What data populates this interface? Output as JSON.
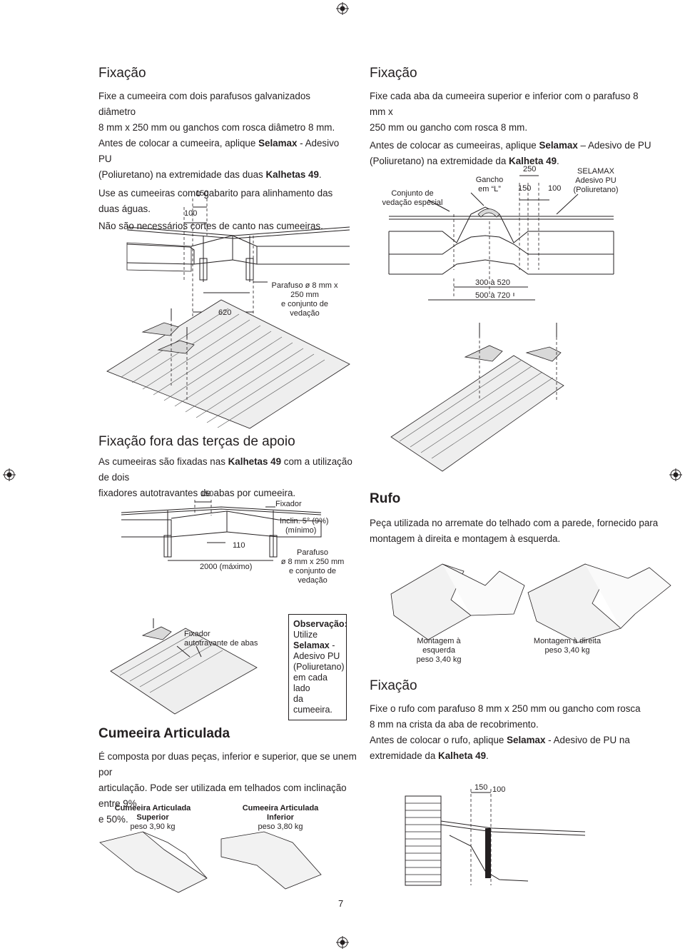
{
  "top_left": {
    "heading": "Fixação",
    "para1_a": "Fixe a cumeeira com dois parafusos galvanizados diâmetro",
    "para1_b": "8 mm x 250 mm ou ganchos com rosca diâmetro 8 mm.",
    "para2_a": "Antes de colocar a cumeeira, aplique ",
    "para2_b1": "Selamax",
    "para2_c": " - Adesivo PU",
    "para2_d": "(Poliuretano) na extremidade das duas ",
    "para2_b2": "Kalhetas 49",
    "para2_e": ".",
    "para3": "Use as cumeeiras como gabarito para alinhamento das duas águas.",
    "para4": "Não são necessários cortes de canto nas cumeeiras.",
    "dim_150": "150",
    "dim_100": "100",
    "dim_620": "620",
    "screw_label_1": "Parafuso ø 8 mm x 250 mm",
    "screw_label_2": "e conjunto de vedação"
  },
  "top_right": {
    "heading": "Fixação",
    "para1_a": "Fixe cada aba da cumeeira superior e inferior com o parafuso 8 mm x",
    "para1_b": "250 mm ou gancho com rosca 8 mm.",
    "para2_a": "Antes de colocar as cumeeiras, aplique ",
    "para2_b1": "Selamax",
    "para2_c": " – Adesivo de PU",
    "para2_d": "(Poliuretano) na extremidade da ",
    "para2_b2": "Kalheta 49",
    "para2_e": ".",
    "conjunto_1": "Conjunto de",
    "conjunto_2": "vedação especial",
    "gancho_1": "Gancho",
    "gancho_2": "em “L”",
    "dim_250": "250",
    "dim_150": "150",
    "dim_100": "100",
    "selamax_1": "SELAMAX",
    "selamax_2": "Adesivo PU",
    "selamax_3": "(Poliuretano)",
    "dim_300_520": "300 à 520",
    "dim_500_720": "500 à 720"
  },
  "middle_left": {
    "heading": "Fixação fora das terças de apoio",
    "para_a": "As cumeeiras são fixadas nas ",
    "para_b": "Kalhetas 49",
    "para_c": " com a utilização de dois",
    "para_d": "fixadores autotravantes de abas por cumeeira.",
    "dim_150": "150",
    "fixador": "Fixador",
    "inclin_1": "Inclin. 5° (9%)",
    "inclin_2": "(mínimo)",
    "dim_110": "110",
    "dim_2000": "2000 (máximo)",
    "parafuso_1": "Parafuso",
    "parafuso_2": "ø 8 mm x 250 mm",
    "parafuso_3": "e conjunto de vedação"
  },
  "rufo": {
    "heading": "Rufo",
    "para_a": "Peça utilizada no arremate do telhado com a parede, fornecido para",
    "para_b": "montagem à direita e montagem à esquerda.",
    "left_label_1": "Montagem à esquerda",
    "left_label_2": "peso 3,40 kg",
    "right_label_1": "Montagem à direita",
    "right_label_2": "peso 3,40 kg",
    "fix_heading": "Fixação",
    "fix_para1_a": "Fixe o rufo com parafuso 8 mm x 250 mm ou gancho com rosca",
    "fix_para1_b": "8 mm na crista da aba de recobrimento.",
    "fix_para2_a": "Antes de colocar o rufo, aplique ",
    "fix_para2_b1": "Selamax",
    "fix_para2_c": " - Adesivo de PU na",
    "fix_para2_d": "extremidade da ",
    "fix_para2_b2": "Kalheta 49",
    "fix_para2_e": ".",
    "dim_150": "150",
    "dim_100": "100"
  },
  "bottom_left": {
    "fixador_1": "Fixador",
    "fixador_2": "autotravante de abas",
    "obs_title": "Observação:",
    "obs_1": "Utilize",
    "obs_2": "Selamax",
    "obs_3": " -",
    "obs_4": "Adesivo PU",
    "obs_5": "(Poliuretano)",
    "obs_6": "em cada lado",
    "obs_7": "da cumeeira.",
    "heading": "Cumeeira Articulada",
    "para_a": "É composta por duas peças, inferior e superior, que se unem por",
    "para_b": "articulação. Pode ser utilizada em telhados com inclinação entre 9%",
    "para_c": "e 50%.",
    "sup_1": "Cumeeira Articulada Superior",
    "sup_2": "peso 3,90 kg",
    "inf_1": "Cumeeira Articulada Inferior",
    "inf_2": "peso 3,80 kg"
  },
  "page_number": "7"
}
